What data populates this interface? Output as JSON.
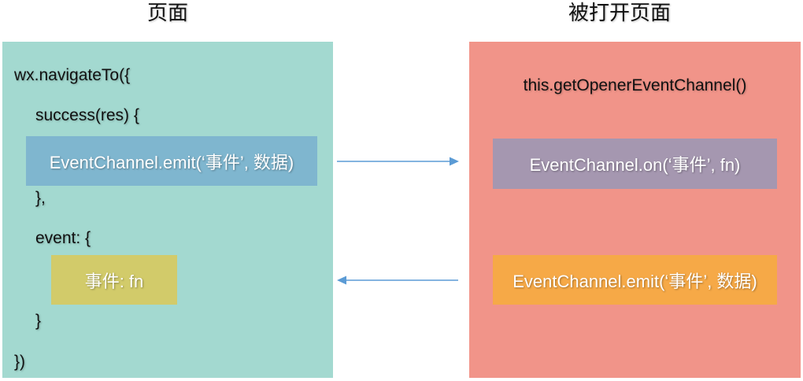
{
  "colors": {
    "left_panel": "#a3d9d0",
    "right_panel": "#f19489",
    "emit_box_left": "#7fb6cf",
    "on_box": "#a597b0",
    "handler_box": "#d2cb6a",
    "emit_box_right": "#f6a947",
    "arrow": "#5b9bd5"
  },
  "left": {
    "title": "页面",
    "lines": {
      "navigate": "wx.navigateTo({",
      "success": "success(res) {",
      "close_success": "},",
      "event": "event: {",
      "close_event": "}",
      "close_all": "})"
    },
    "emit_box": "EventChannel.emit(‘事件’, 数据)",
    "handler_box": "事件: fn"
  },
  "right": {
    "title": "被打开页面",
    "getter": "this.getOpenerEventChannel()",
    "on_box": "EventChannel.on(‘事件’, fn)",
    "emit_box": "EventChannel.emit(‘事件’, 数据)"
  },
  "arrows": [
    {
      "from": "left.emit_box",
      "to": "right.on_box",
      "direction": "right"
    },
    {
      "from": "right.emit_box",
      "to": "left.handler_box",
      "direction": "left"
    }
  ]
}
